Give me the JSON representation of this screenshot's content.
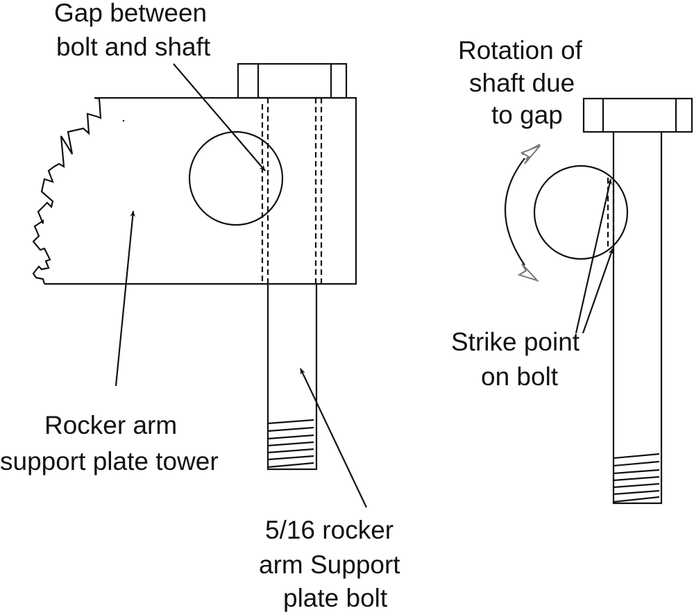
{
  "title": "Rocker arm support plate bolt gap diagram",
  "labels": {
    "gap": [
      "Gap between",
      "bolt and shaft"
    ],
    "tower": [
      "Rocker arm",
      "support plate tower"
    ],
    "bolt": [
      "5/16 rocker",
      "arm Support",
      "plate bolt"
    ],
    "rotation": [
      "Rotation of",
      "shaft due",
      "to gap"
    ],
    "strike": [
      "Strike point",
      "on bolt"
    ]
  },
  "colors": {
    "line": "#111111",
    "hollow_arrow": "#777777",
    "background": "#ffffff"
  }
}
